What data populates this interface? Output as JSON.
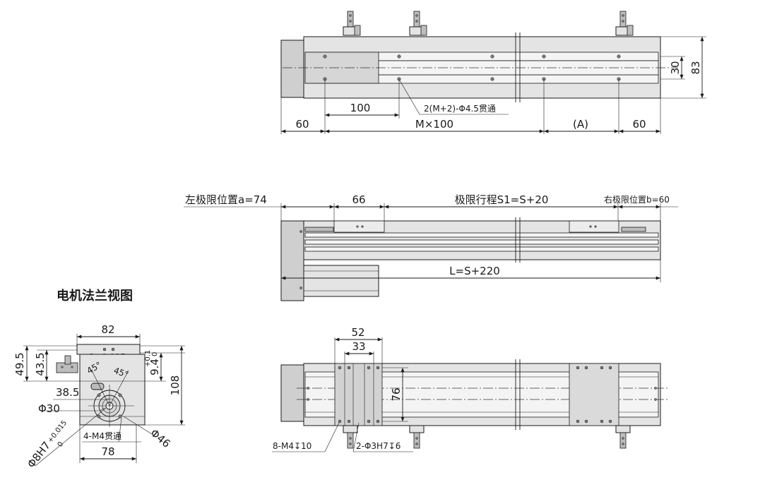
{
  "top_view": {
    "dim_height_inner": "30",
    "dim_height_outer": "83",
    "dim_pitch": "100",
    "hole_note": "2(M+2)-Φ4.5贯通",
    "dim_left": "60",
    "dim_middle": "M×100",
    "dim_a": "(A)",
    "dim_right": "60"
  },
  "side_view": {
    "left_limit": "左极限位置a=74",
    "dim_slider": "66",
    "stroke": "极限行程S1=S+20",
    "right_limit": "右极限位置b=60",
    "total_length": "L=S+220"
  },
  "flange_view": {
    "title": "电机法兰视图",
    "dim_width_top": "82",
    "dim_49_5": "49.5",
    "dim_43_5": "43.5",
    "dim_3": "3±0.015",
    "dim_45a": "45°",
    "dim_45b": "45°",
    "dim_9_4": "9.4",
    "tol_9_4_upper": "+0.1",
    "tol_9_4_lower": "0",
    "dim_108": "108",
    "dim_38_5": "38.5",
    "dim_phi30": "Φ30",
    "dim_phi8": "Φ8H7",
    "tol_phi8_upper": "+0.015",
    "tol_phi8_lower": "0",
    "tapped_note": "4-M4贯通",
    "dim_phi46": "Φ46",
    "dim_width_bottom": "78"
  },
  "bottom_view": {
    "dim_52": "52",
    "dim_33": "33",
    "dim_76": "76",
    "tapped_note": "8-M4",
    "tapped_depth": "10",
    "pin_note": "2-Φ3H7",
    "pin_depth": "6"
  }
}
